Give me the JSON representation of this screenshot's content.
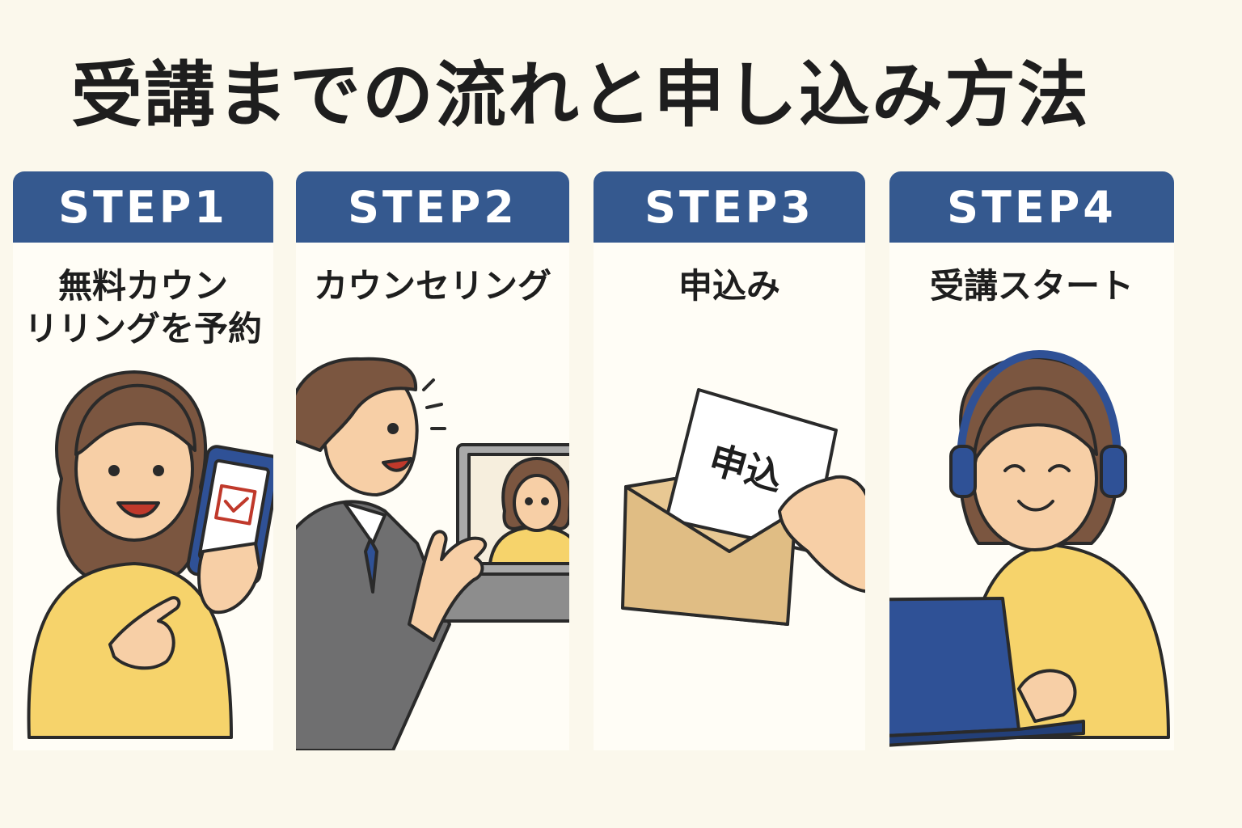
{
  "title": "受講までの流れと申し込み方法",
  "steps": [
    {
      "label": "STEP1",
      "description_lines": [
        "無料カウン",
        "リリングを予約"
      ]
    },
    {
      "label": "STEP2",
      "description_lines": [
        "カウンセリング"
      ]
    },
    {
      "label": "STEP3",
      "description_lines": [
        "申込み"
      ]
    },
    {
      "label": "STEP4",
      "description_lines": [
        "受講スタート"
      ]
    }
  ],
  "application_doc_text": "申込",
  "colors": {
    "header_blue": "#35598f",
    "background": "#fbf8ec",
    "sweater_yellow": "#f6d36b",
    "suit_gray": "#6f6f70",
    "laptop_blue": "#2f5196",
    "envelope_tan": "#e8c893"
  }
}
